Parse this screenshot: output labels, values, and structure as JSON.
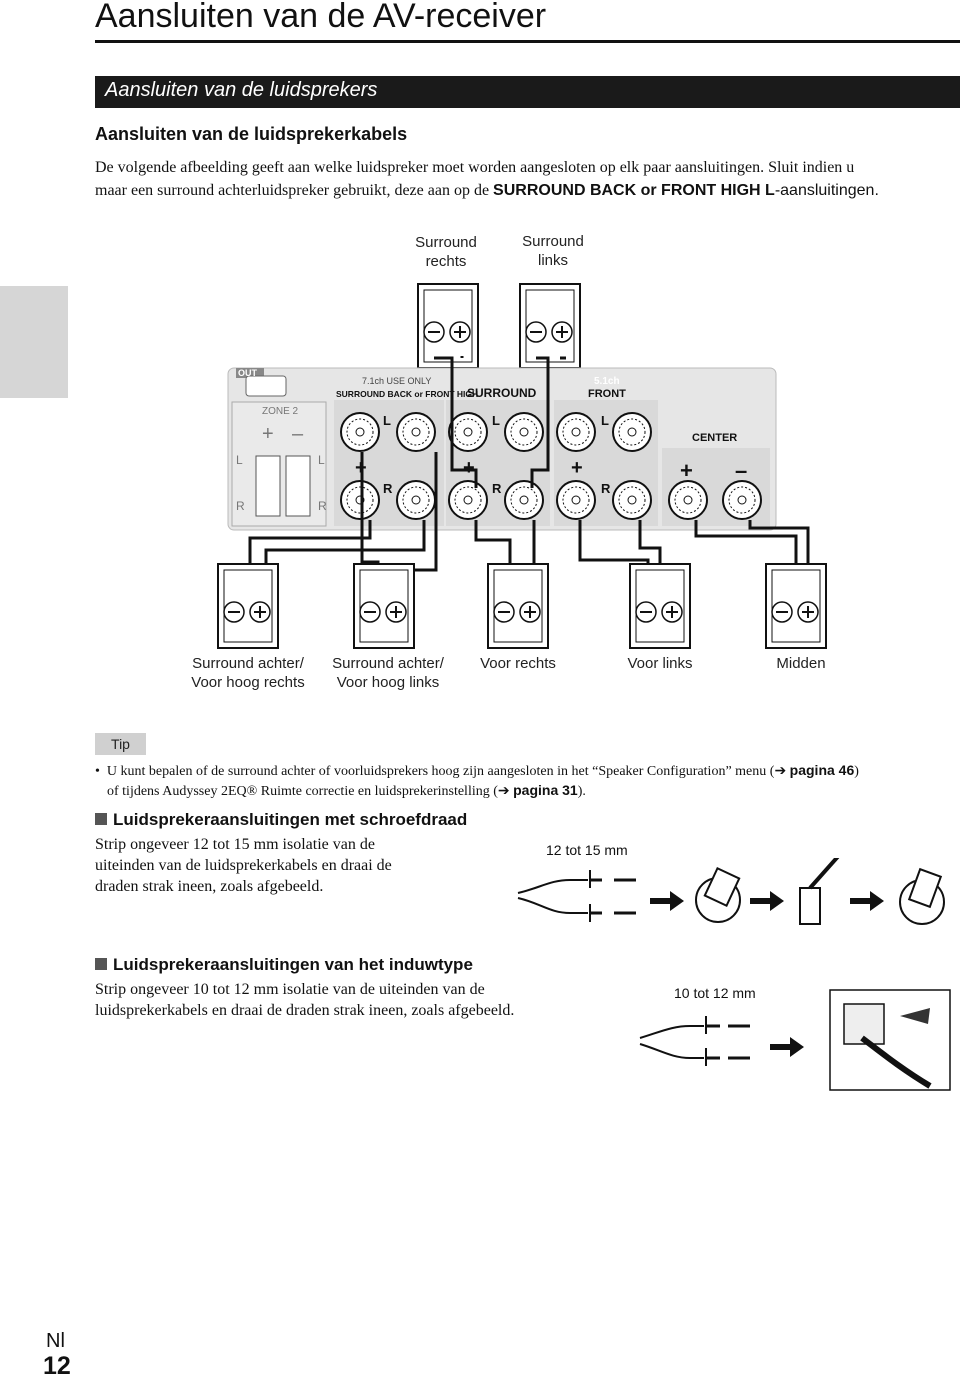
{
  "page_title": "Aansluiten van de AV-receiver",
  "section_title": "Aansluiten van de luidsprekers",
  "subsection_title": "Aansluiten van de luidsprekerkabels",
  "intro": {
    "line1": "De volgende afbeelding geeft aan welke luidspreker moet worden aangesloten op elk paar aansluitingen. Sluit indien u",
    "line2_pre": "maar een surround achterluidspreker gebruikt, deze aan op de ",
    "line2_bold": "SURROUND BACK or FRONT HIGH L",
    "line2_post": "-aansluitingen."
  },
  "diagram": {
    "top_labels": [
      {
        "l1": "Surround",
        "l2": "rechts"
      },
      {
        "l1": "Surround",
        "l2": "links"
      }
    ],
    "panel": {
      "out": "OUT",
      "zone2": "ZONE 2",
      "plus": "+",
      "minus": "–",
      "L": "L",
      "R": "R",
      "only71": "7.1ch USE ONLY",
      "sbfh": "SURROUND BACK or FRONT HIGH",
      "surround": "SURROUND",
      "ch51": "5.1ch",
      "front": "FRONT",
      "center": "CENTER"
    },
    "bottom_labels": [
      {
        "l1": "Surround achter/",
        "l2": "Voor hoog rechts"
      },
      {
        "l1": "Surround achter/",
        "l2": "Voor hoog links"
      },
      {
        "l1": "Voor rechts",
        "l2": ""
      },
      {
        "l1": "Voor links",
        "l2": ""
      },
      {
        "l1": "Midden",
        "l2": ""
      }
    ]
  },
  "tip": {
    "label": "Tip",
    "bullet": "•",
    "line1_pre": "U kunt bepalen of de surround achter of voorluidsprekers hoog zijn aangesloten in het “Speaker Configuration” menu (",
    "line1_bold": "pagina 46",
    "line1_post": ")",
    "line2_pre": "of tijdens Audyssey 2EQ® Ruimte correctie en luidsprekerinstelling (",
    "line2_bold": "pagina 31",
    "line2_post": ").",
    "arrow": "➔"
  },
  "screw": {
    "heading": "Luidsprekeraansluitingen met schroefdraad",
    "text": [
      "Strip ongeveer 12 tot 15 mm isolatie van de",
      "uiteinden van de luidsprekerkabels en draai de",
      "draden strak ineen, zoals afgebeeld."
    ],
    "measure": "12 tot 15 mm"
  },
  "push": {
    "heading": "Luidsprekeraansluitingen van het induwtype",
    "text": [
      "Strip ongeveer 10 tot 12 mm isolatie van de uiteinden van de",
      "luidsprekerkabels en draai de draden strak ineen, zoals afgebeeld."
    ],
    "measure": "10 tot 12 mm"
  },
  "footer": {
    "lang": "Nl",
    "page": "12"
  }
}
